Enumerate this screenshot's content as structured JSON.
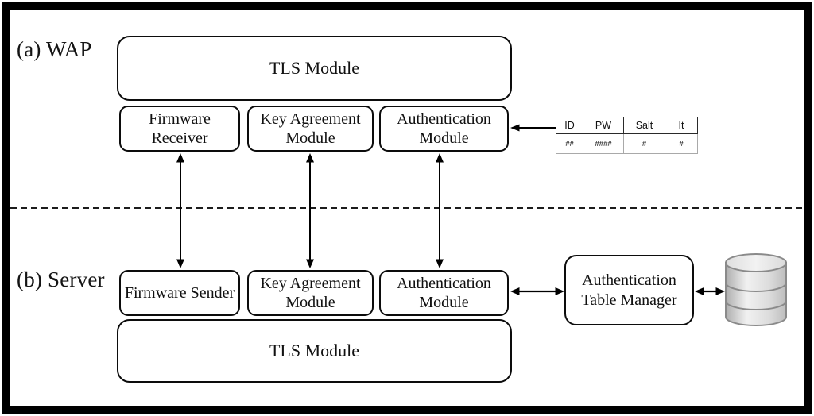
{
  "wap": {
    "label": "(a) WAP",
    "tls_label": "TLS Module",
    "modules": [
      "Firmware Receiver",
      "Key Agreement Module",
      "Authentication Module"
    ]
  },
  "server": {
    "label": "(b) Server",
    "tls_label": "TLS Module",
    "modules": [
      "Firmware Sender",
      "Key Agreement Module",
      "Authentication Module"
    ],
    "table_manager_label": "Authentication Table Manager"
  },
  "auth_table": {
    "headers": [
      "ID",
      "PW",
      "Salt",
      "It"
    ],
    "values": [
      "##",
      "####",
      "#",
      "#"
    ]
  },
  "icons": {
    "database": "database-icon"
  },
  "colors": {
    "line": "#000000",
    "box_border": "#0c0c0c",
    "background": "#ffffff",
    "db_fill_light": "#ececec",
    "db_fill_dark": "#b0b0b0",
    "db_stroke": "#8a8a8a"
  }
}
